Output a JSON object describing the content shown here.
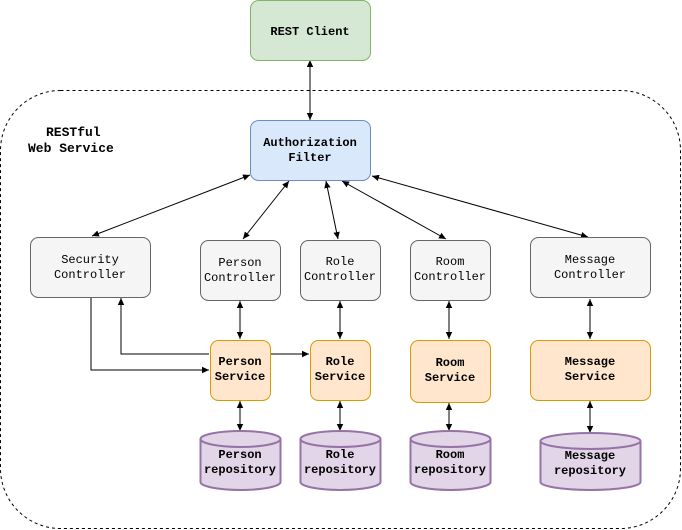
{
  "container": {
    "title_lines": [
      "RESTful",
      "Web Service"
    ]
  },
  "nodes": {
    "rest_client": {
      "lines": [
        "REST Client"
      ],
      "fill": "#d5e8d4",
      "stroke": "#82b366"
    },
    "auth_filter": {
      "lines": [
        "Authorization",
        "Filter"
      ],
      "fill": "#dae8fc",
      "stroke": "#6c8ebf"
    },
    "security_controller": {
      "lines": [
        "Security",
        "Controller"
      ],
      "fill": "#f5f5f5",
      "stroke": "#666666"
    },
    "person_controller": {
      "lines": [
        "Person",
        "Controller"
      ],
      "fill": "#f5f5f5",
      "stroke": "#666666"
    },
    "role_controller": {
      "lines": [
        "Role",
        "Controller"
      ],
      "fill": "#f5f5f5",
      "stroke": "#666666"
    },
    "room_controller": {
      "lines": [
        "Room",
        "Controller"
      ],
      "fill": "#f5f5f5",
      "stroke": "#666666"
    },
    "message_controller": {
      "lines": [
        "Message",
        "Controller"
      ],
      "fill": "#f5f5f5",
      "stroke": "#666666"
    },
    "person_service": {
      "lines": [
        "Person",
        "Service"
      ],
      "fill": "#ffe6cc",
      "stroke": "#d79b00"
    },
    "role_service": {
      "lines": [
        "Role",
        "Service"
      ],
      "fill": "#ffe6cc",
      "stroke": "#d79b00"
    },
    "room_service": {
      "lines": [
        "Room",
        "Service"
      ],
      "fill": "#ffe6cc",
      "stroke": "#d79b00"
    },
    "message_service": {
      "lines": [
        "Message",
        "Service"
      ],
      "fill": "#ffe6cc",
      "stroke": "#d79b00"
    },
    "person_repository": {
      "lines": [
        "Person",
        "repository"
      ],
      "fill": "#e1d5e7",
      "stroke": "#9673a6"
    },
    "role_repository": {
      "lines": [
        "Role",
        "repository"
      ],
      "fill": "#e1d5e7",
      "stroke": "#9673a6"
    },
    "room_repository": {
      "lines": [
        "Room",
        "repository"
      ],
      "fill": "#e1d5e7",
      "stroke": "#9673a6"
    },
    "message_repository": {
      "lines": [
        "Message",
        "repository"
      ],
      "fill": "#e1d5e7",
      "stroke": "#9673a6"
    }
  },
  "edges": [
    {
      "from": "rest_client",
      "to": "auth_filter",
      "bidirectional": true
    },
    {
      "from": "auth_filter",
      "to": "security_controller",
      "bidirectional": true
    },
    {
      "from": "auth_filter",
      "to": "person_controller",
      "bidirectional": true
    },
    {
      "from": "auth_filter",
      "to": "role_controller",
      "bidirectional": true
    },
    {
      "from": "auth_filter",
      "to": "room_controller",
      "bidirectional": true
    },
    {
      "from": "auth_filter",
      "to": "message_controller",
      "bidirectional": true
    },
    {
      "from": "person_controller",
      "to": "person_service",
      "bidirectional": true
    },
    {
      "from": "role_controller",
      "to": "role_service",
      "bidirectional": true
    },
    {
      "from": "room_controller",
      "to": "room_service",
      "bidirectional": true
    },
    {
      "from": "message_controller",
      "to": "message_service",
      "bidirectional": true
    },
    {
      "from": "person_service",
      "to": "person_repository",
      "bidirectional": true
    },
    {
      "from": "role_service",
      "to": "role_repository",
      "bidirectional": true
    },
    {
      "from": "room_service",
      "to": "room_repository",
      "bidirectional": true
    },
    {
      "from": "message_service",
      "to": "message_repository",
      "bidirectional": true
    },
    {
      "from": "person_service",
      "to": "role_service",
      "bidirectional": false
    },
    {
      "from": "person_service",
      "to": "security_controller",
      "bidirectional": false,
      "routing": "elbow"
    },
    {
      "from": "security_controller",
      "to": "person_service",
      "bidirectional": false,
      "routing": "elbow"
    }
  ]
}
